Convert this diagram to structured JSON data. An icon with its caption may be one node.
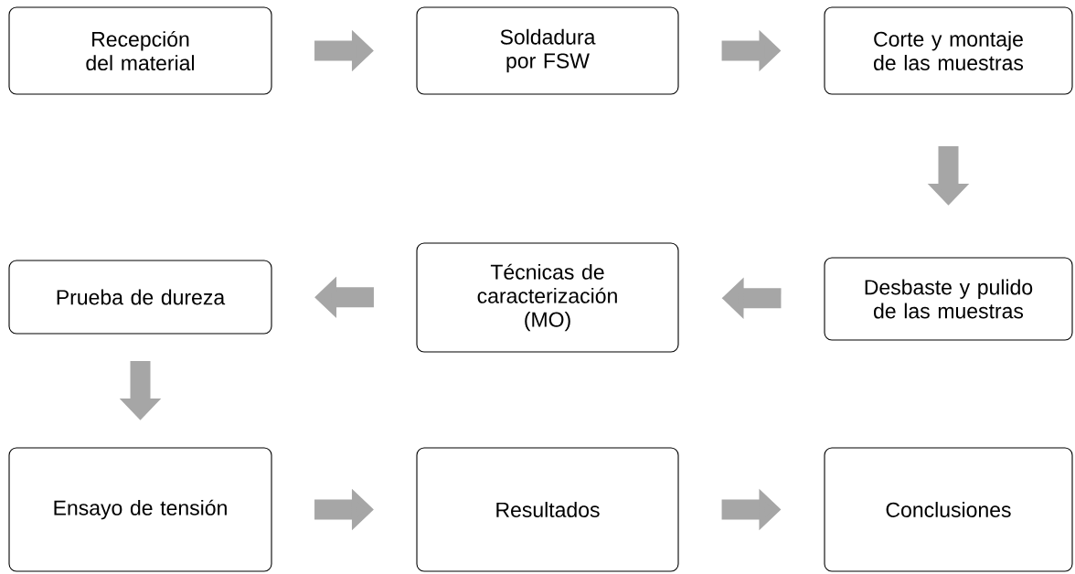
{
  "diagram": {
    "nodes": [
      {
        "text": [
          "Recepción del material"
        ]
      },
      {
        "text": [
          "Soldadura por FSW"
        ]
      },
      {
        "text": [
          "Corte y montaje de las muestras"
        ]
      },
      {
        "text": [
          "Prueba de dureza"
        ]
      },
      {
        "text": [
          "Técnicas de caracterización (MO)"
        ]
      },
      {
        "text": [
          "Desbaste y pulido de las muestras"
        ]
      },
      {
        "text": [
          "Ensayo de tensión"
        ]
      },
      {
        "text": [
          "Resultados"
        ]
      },
      {
        "text": [
          "Conclusiones"
        ]
      }
    ],
    "edges": [
      {
        "from": 0,
        "to": 1,
        "arrow": "to"
      },
      {
        "from": 1,
        "to": 2,
        "arrow": "to"
      },
      {
        "from": 2,
        "to": 5,
        "arrow": "to"
      },
      {
        "from": 5,
        "to": 4,
        "arrow": "to"
      },
      {
        "from": 4,
        "to": 3,
        "arrow": "to"
      },
      {
        "from": 3,
        "to": 6,
        "arrow": "to"
      },
      {
        "from": 6,
        "to": 7,
        "arrow": "to"
      },
      {
        "from": 7,
        "to": 8,
        "arrow": "to"
      }
    ]
  }
}
